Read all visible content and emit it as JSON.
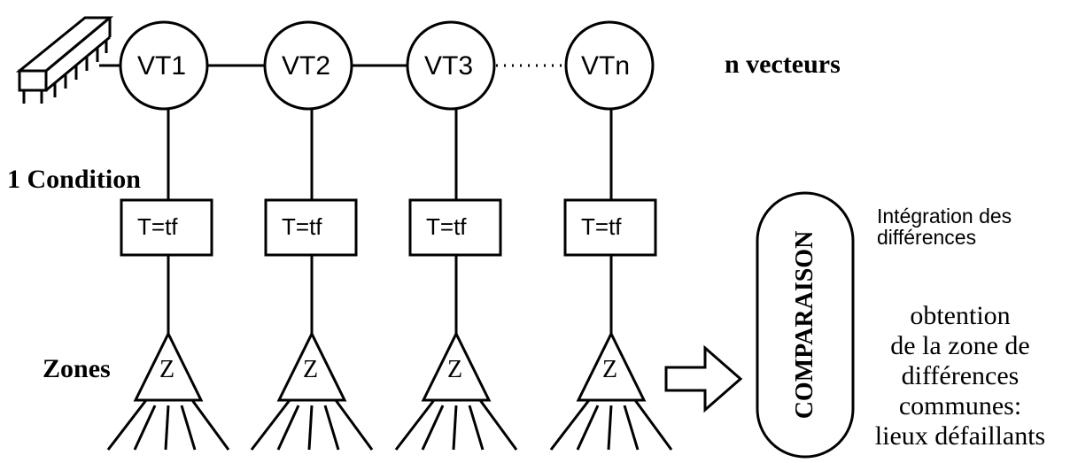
{
  "vectors": [
    "VT1",
    "VT2",
    "VT3",
    "VTn"
  ],
  "vectors_label": "n vecteurs",
  "condition_label": "1 Condition",
  "condition_cells": [
    "T=tf",
    "T=tf",
    "T=tf",
    "T=tf"
  ],
  "zones_label": "Zones",
  "zone_symbols": [
    "Z",
    "Z",
    "Z",
    "Z"
  ],
  "comparison_label": "COMPARAISON",
  "integration_line1": "Intégration des",
  "integration_line2": "différences",
  "result_lines": [
    "obtention",
    "de la zone de",
    "différences",
    "communes:",
    "lieux défaillants"
  ],
  "icons": [
    "chip-icon",
    "arrow-right-icon"
  ],
  "colors": {
    "stroke": "#000000",
    "background": "#ffffff"
  }
}
